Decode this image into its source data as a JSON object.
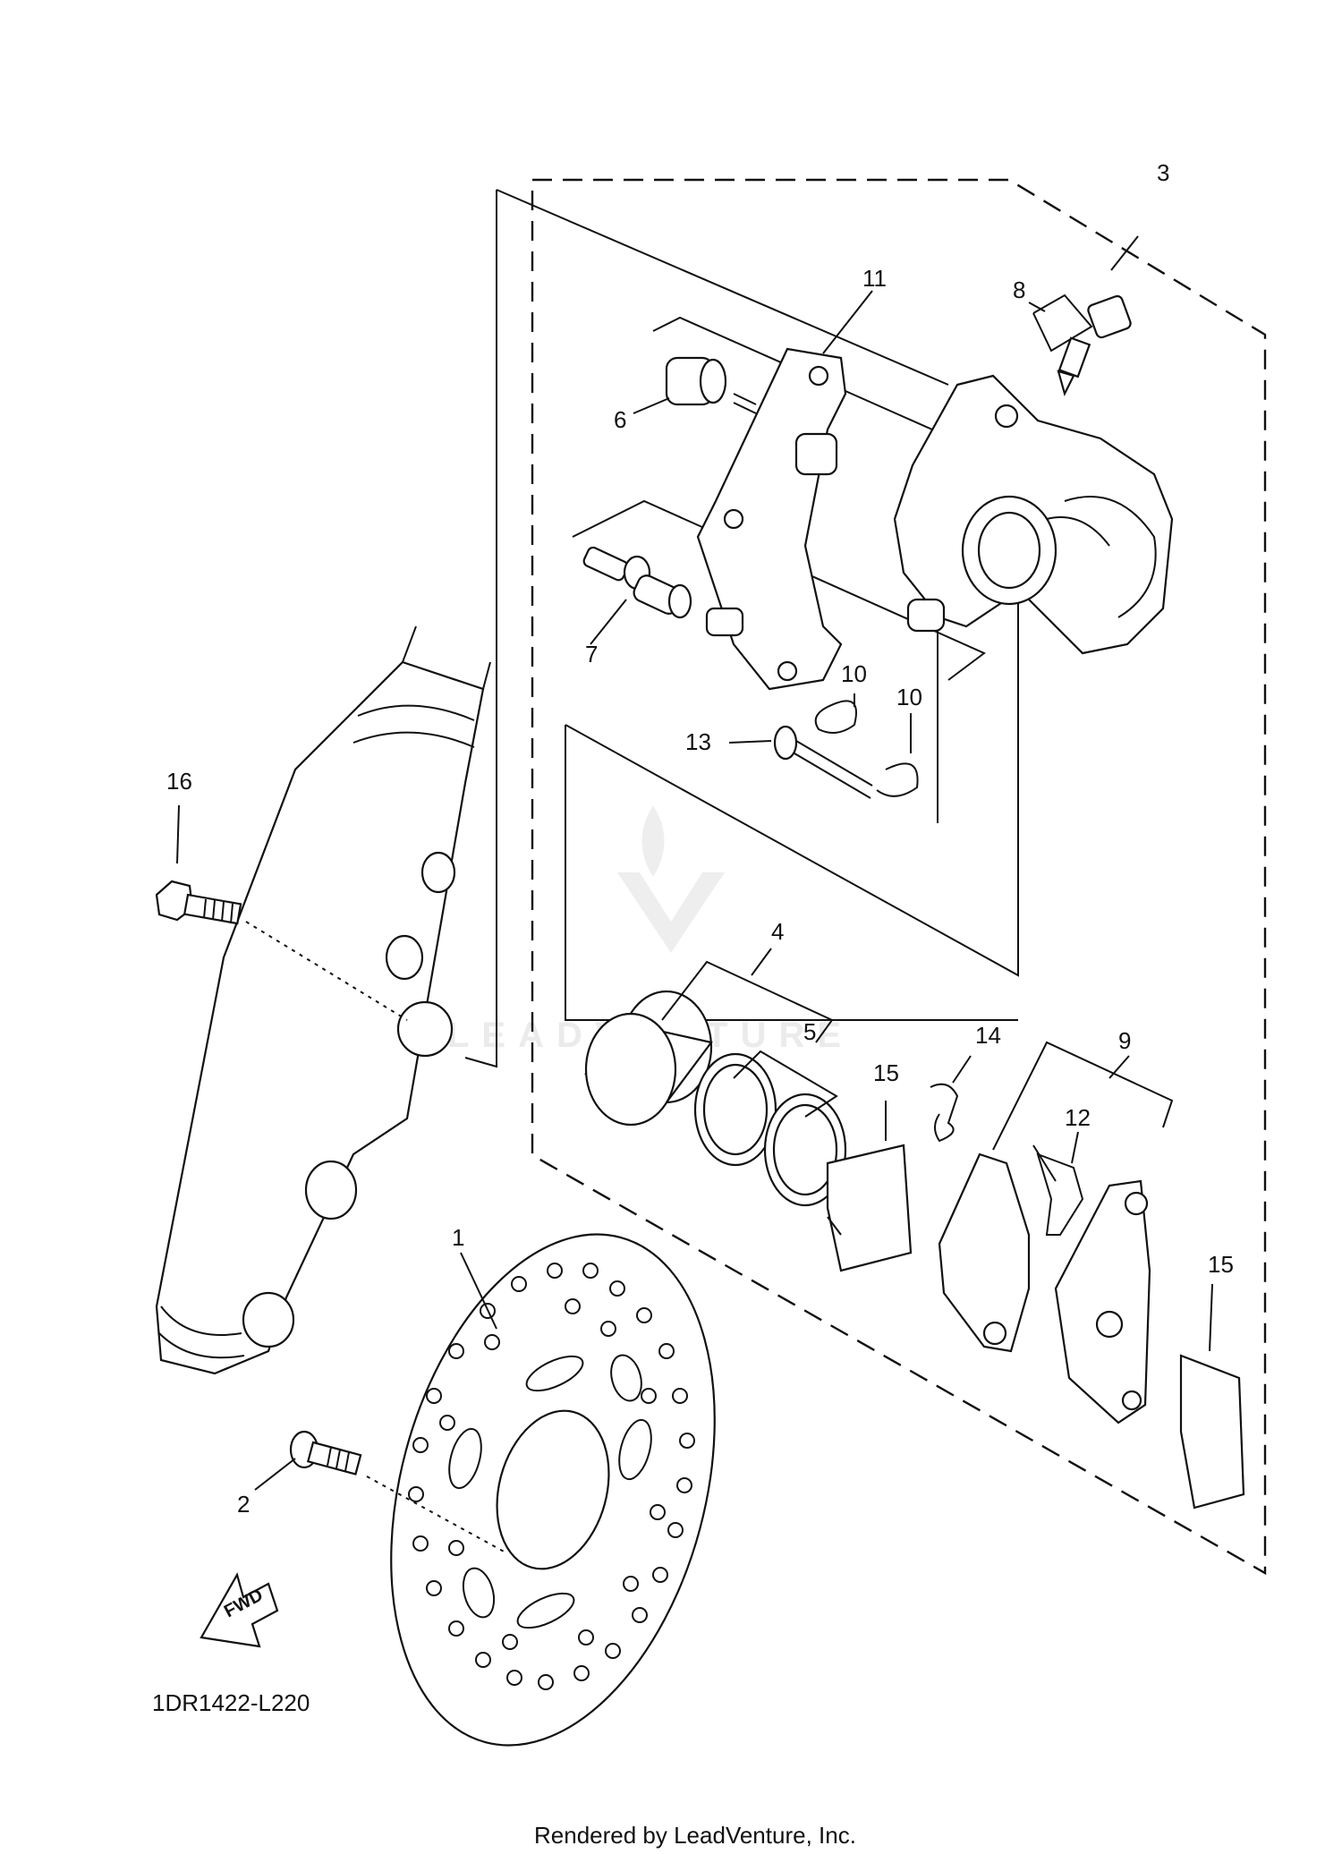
{
  "diagram": {
    "callouts": {
      "c1": "1",
      "c2": "2",
      "c3": "3",
      "c4": "4",
      "c5": "5",
      "c6": "6",
      "c7": "7",
      "c8": "8",
      "c9": "9",
      "c10a": "10",
      "c10b": "10",
      "c11": "11",
      "c12": "12",
      "c13": "13",
      "c14": "14",
      "c15a": "15",
      "c15b": "15",
      "c16": "16"
    },
    "diagram_code": "1DR1422-L220",
    "fwd_label": "FWD",
    "watermark": "LEADVENTURE",
    "footer": "Rendered by LeadVenture, Inc."
  },
  "colors": {
    "line": "#111111",
    "background": "#ffffff",
    "watermark": "#d9d9d9"
  }
}
